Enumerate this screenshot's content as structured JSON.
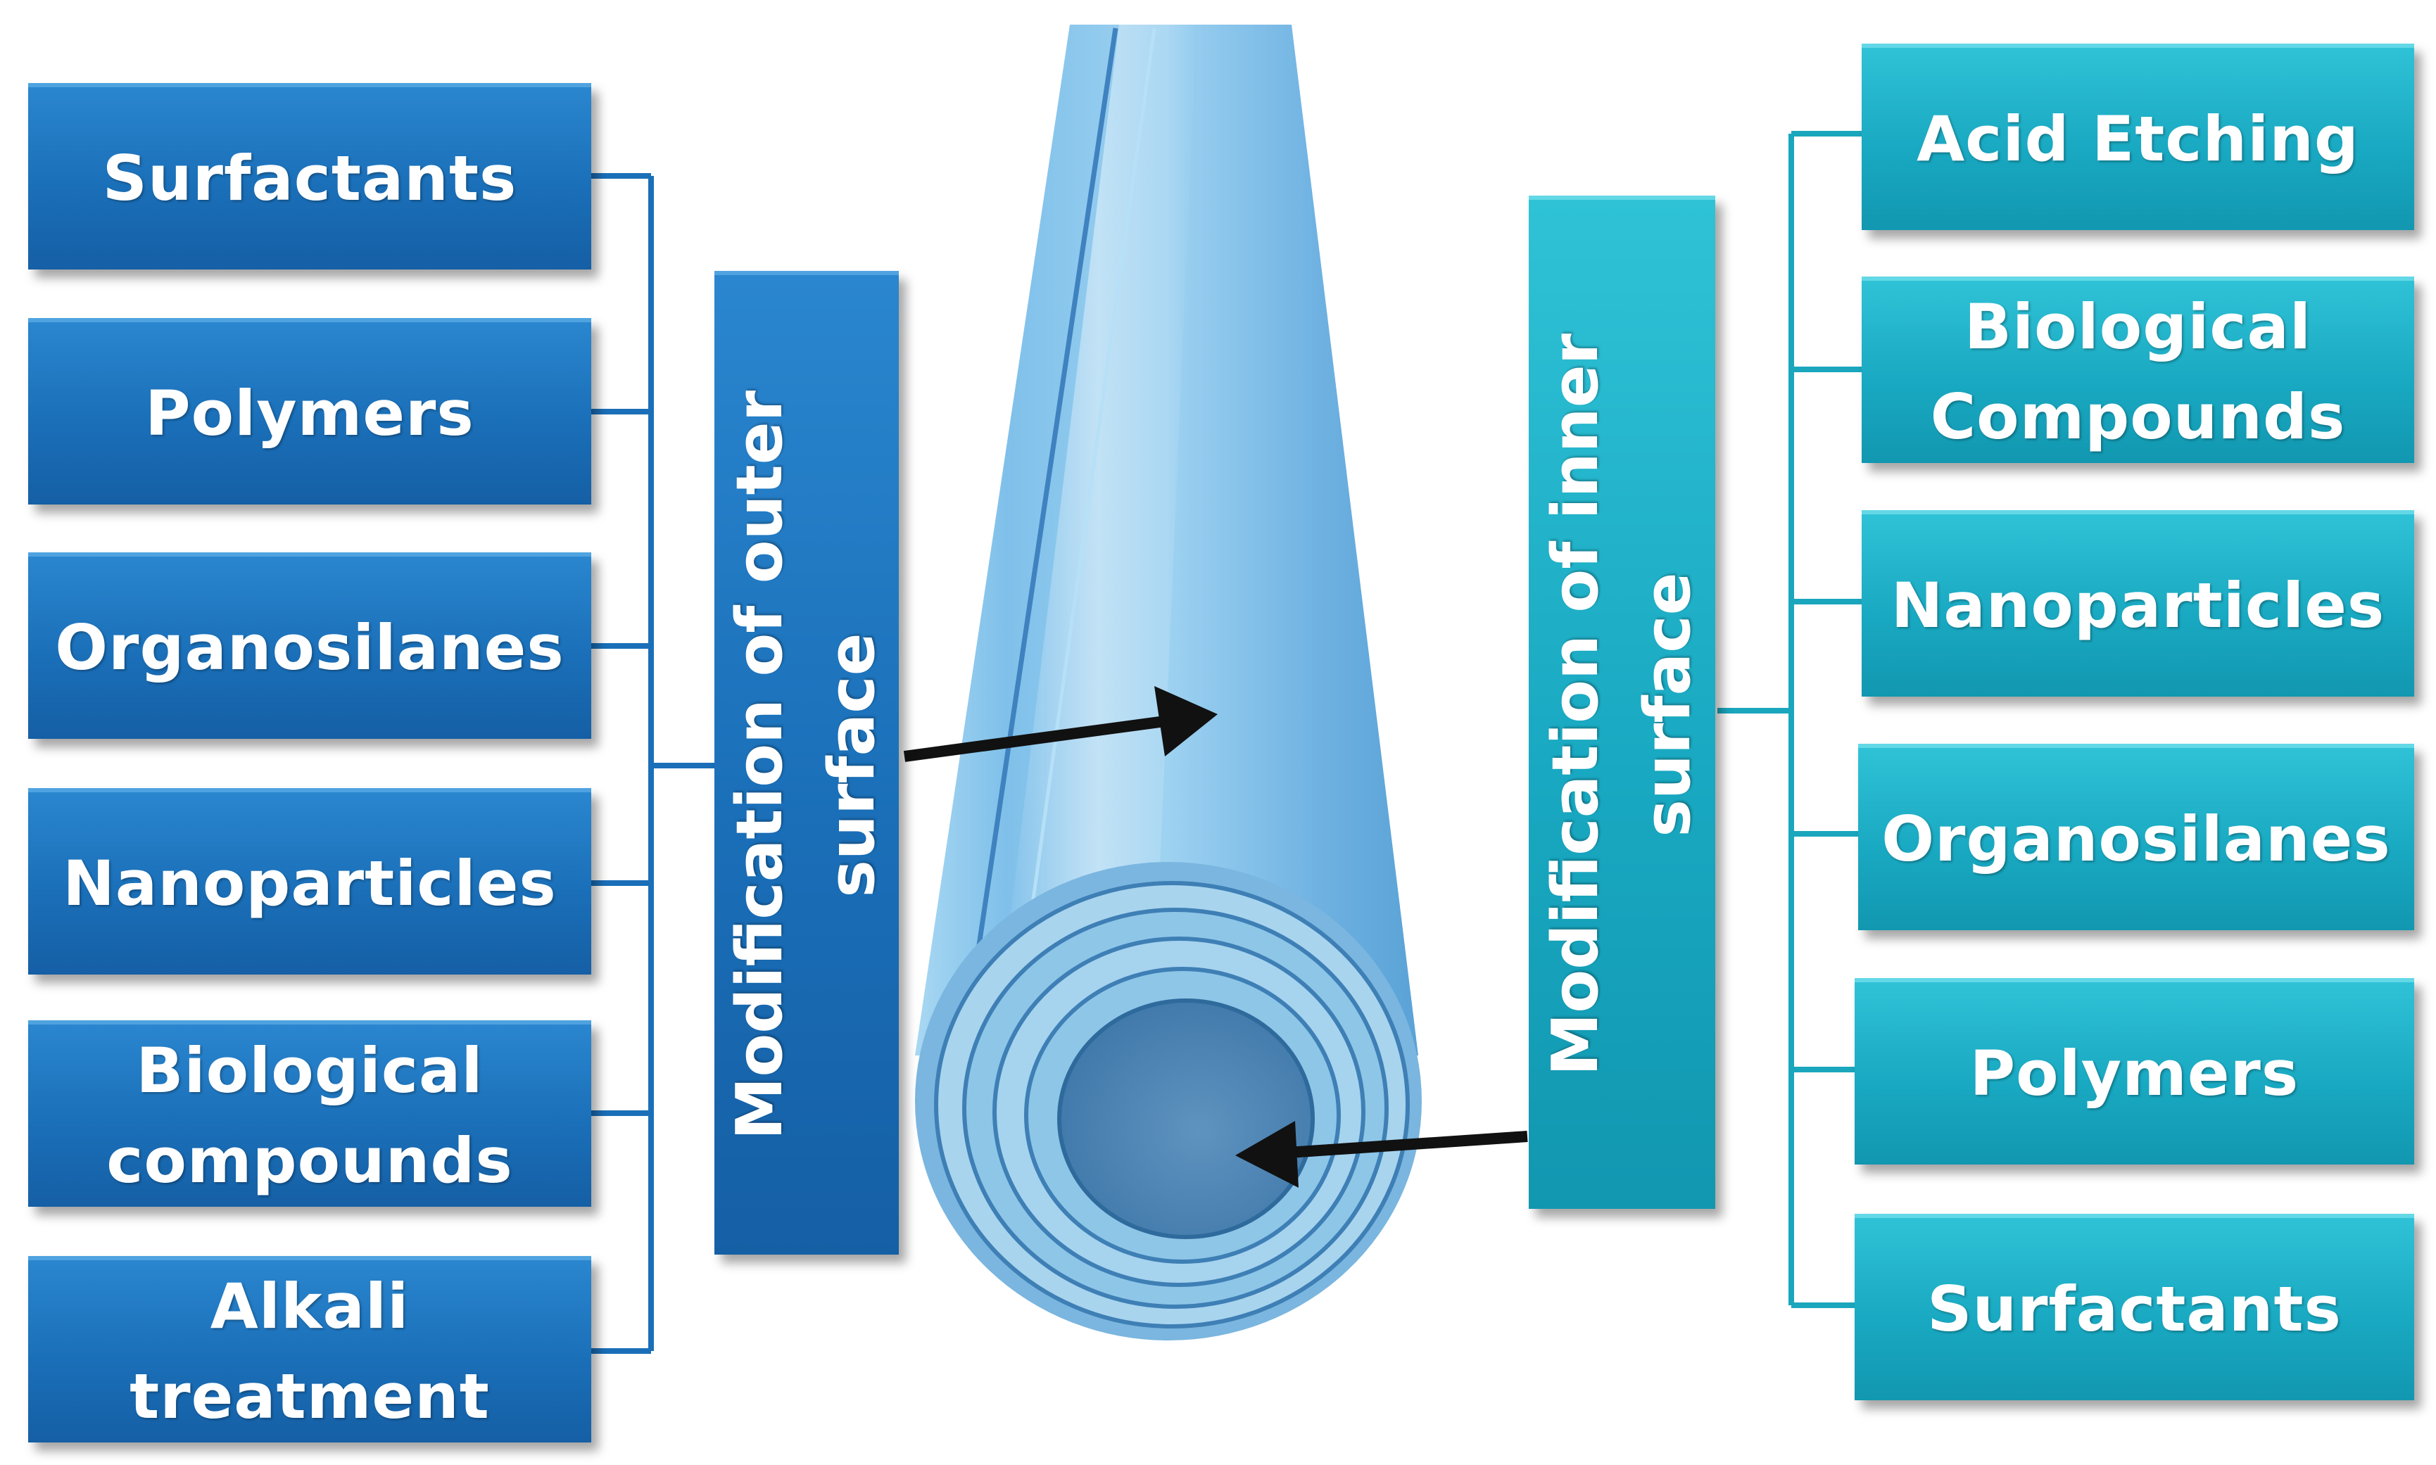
{
  "outer_panel": {
    "title_line1": "Modification of outer",
    "title_line2": "surface",
    "items": [
      {
        "lines": [
          "Surfactants"
        ]
      },
      {
        "lines": [
          "Polymers"
        ]
      },
      {
        "lines": [
          "Organosilanes"
        ]
      },
      {
        "lines": [
          "Nanoparticles"
        ]
      },
      {
        "lines": [
          "Biological",
          "compounds"
        ]
      },
      {
        "lines": [
          "Alkali treatment"
        ]
      }
    ]
  },
  "inner_panel": {
    "title_line1": "Modification of inner",
    "title_line2": "surface",
    "items": [
      {
        "lines": [
          "Acid Etching"
        ]
      },
      {
        "lines": [
          "Biological",
          "Compounds"
        ]
      },
      {
        "lines": [
          "Nanoparticles"
        ]
      },
      {
        "lines": [
          "Organosilanes"
        ]
      },
      {
        "lines": [
          "Polymers"
        ]
      },
      {
        "lines": [
          "Surfactants"
        ]
      }
    ]
  },
  "colors": {
    "outer_box": "#1a6fb8",
    "inner_box": "#19a9c2",
    "connector_outer": "#1a6fb8",
    "connector_inner": "#1aa6bd",
    "arrow": "#111111",
    "tube": "#8cc6ea"
  },
  "icons": {
    "tube": "rolled-nanotube-illustration",
    "arrow_outer": "arrow-right-icon",
    "arrow_inner": "arrow-left-icon"
  }
}
